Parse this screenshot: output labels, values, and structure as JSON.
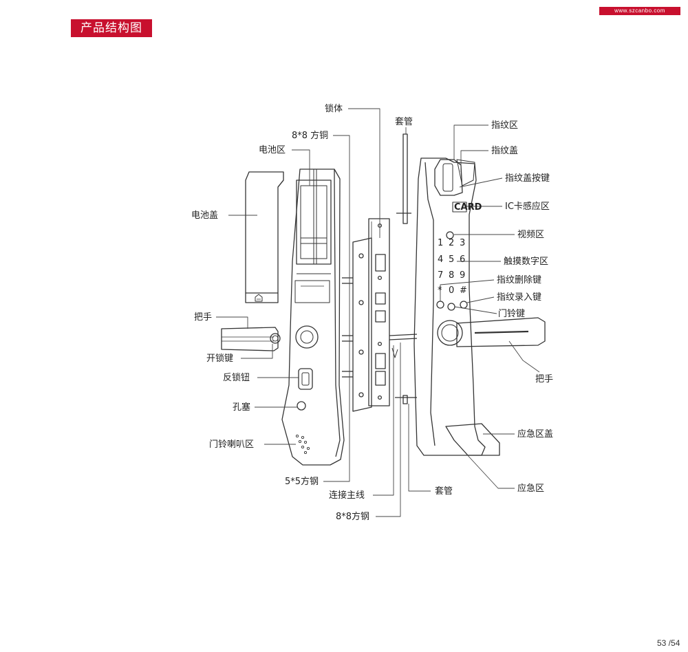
{
  "header": {
    "title": "产品结构图",
    "url": "www.szcanbo.com"
  },
  "footer": {
    "page": "53 /54"
  },
  "card_text": "CARD",
  "labels": {
    "suo_ti": "锁体",
    "fang_tong_top": "8*8 方铜",
    "dian_chi_qu": "电池区",
    "dian_chi_gai": "电池盖",
    "ba_shou_left": "把手",
    "kai_suo_jian": "开锁键",
    "fan_suo_niu": "反锁钮",
    "kong_sai": "孔塞",
    "men_ling_la_ba": "门铃喇叭区",
    "fang_gang_55": "5*5方钢",
    "lian_jie_zhu_xian": "连接主线",
    "fang_gang_88": "8*8方钢",
    "tao_guan_top": "套管",
    "tao_guan_bottom": "套管",
    "zhi_wen_qu": "指纹区",
    "zhi_wen_gai": "指纹盖",
    "zhi_wen_gai_an_jian": "指纹盖按键",
    "ic_ka": "IC卡感应区",
    "shi_pin_qu": "视频区",
    "chu_mo_shu_zi": "触摸数字区",
    "zhi_wen_shan_chu": "指纹删除键",
    "zhi_wen_lu_ru": "指纹录入键",
    "men_ling_jian": "门铃键",
    "ba_shou_right": "把手",
    "ying_ji_qu_gai": "应急区盖",
    "ying_ji_qu": "应急区"
  },
  "keypad": [
    "1",
    "2",
    "3",
    "4",
    "5",
    "6",
    "7",
    "8",
    "9",
    "*",
    "0",
    "#"
  ]
}
